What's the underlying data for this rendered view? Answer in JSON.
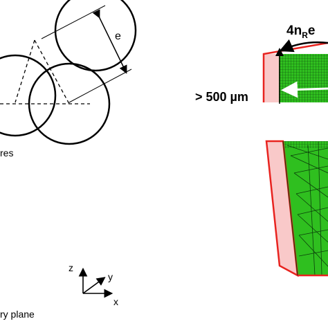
{
  "figure": {
    "left": {
      "spacing_label": "e",
      "fibres_caption_fragment": "res",
      "symmetry_plane_fragment": "ry plane"
    },
    "axes": {
      "z_label": "z",
      "y_label": "y",
      "x_label": "x"
    },
    "right": {
      "thickness_label": "4n",
      "thickness_subscript": "R",
      "thickness_suffix": "e",
      "depth_label": "> 500 µm"
    },
    "colors": {
      "mesh_green": "#2fbf1f",
      "mesh_line": "#0b3d0b",
      "outline_red": "#e8231f",
      "pink_layer": "#f9c9c9",
      "dimension_line": "#000000"
    }
  }
}
